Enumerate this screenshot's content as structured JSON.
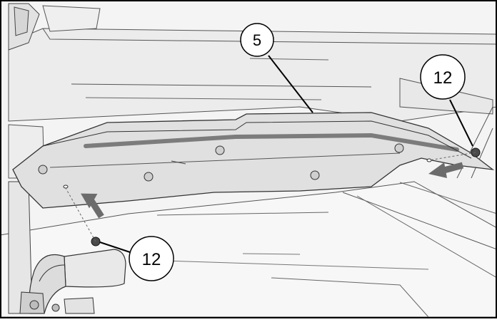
{
  "callouts": [
    {
      "id": "part-5",
      "label": "5"
    },
    {
      "id": "fastener-12-right",
      "label": "12"
    },
    {
      "id": "fastener-12-left",
      "label": "12"
    }
  ]
}
